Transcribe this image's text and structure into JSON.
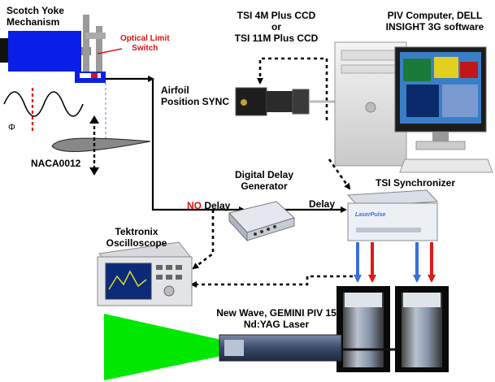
{
  "labels": {
    "scotch_yoke": "Scotch Yoke\nMechanism",
    "optical_limit": "Optical Limit\nSwitch",
    "airfoil_sync": "Airfoil\nPosition SYNC",
    "phi_symbol": "Φ",
    "naca": "NACA0012",
    "ccd": "TSI 4M Plus CCD\nor\nTSI 11M Plus CCD",
    "piv_computer": "PIV Computer, DELL\nINSIGHT 3G software",
    "delay_generator": "Digital Delay\nGenerator",
    "no_word": "NO",
    "delay_word": " Delay",
    "delay_out": "Delay",
    "tsi_sync": "TSI Synchronizer",
    "laserpulse": "LaserPulse",
    "tektronix": "Tektronix\nOscilloscope",
    "laser": "New Wave, GEMINI PIV 15\nNd:YAG Laser"
  },
  "colors": {
    "yoke_blue": "#0a1fe6",
    "laser_green": "#00e800",
    "switch_red": "#e01010",
    "arrow_blue": "#3a6fd6",
    "arrow_red": "#e01818"
  }
}
